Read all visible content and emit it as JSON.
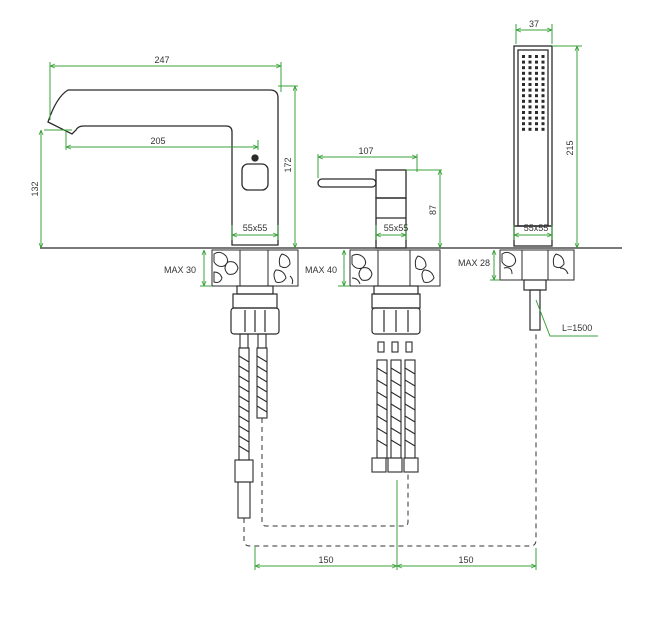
{
  "colors": {
    "dimension": "#3aa13a",
    "outline": "#2b2b2b",
    "dashed": "#333333",
    "stone": "#3a3a3a"
  },
  "spout": {
    "dim_total_width": "247",
    "dim_reach": "205",
    "dim_height": "132",
    "dim_total_height": "172",
    "dim_base": "55x55",
    "dim_max_deck": "MAX 30"
  },
  "mixer": {
    "dim_handle": "107",
    "dim_height": "87",
    "dim_base": "55x55",
    "dim_max_deck": "MAX 40"
  },
  "handshower": {
    "dim_width": "37",
    "dim_height": "215",
    "dim_base": "55x55",
    "dim_max_deck": "MAX 28",
    "dim_hose": "L=1500"
  },
  "spacing": {
    "left": "150",
    "right": "150"
  }
}
